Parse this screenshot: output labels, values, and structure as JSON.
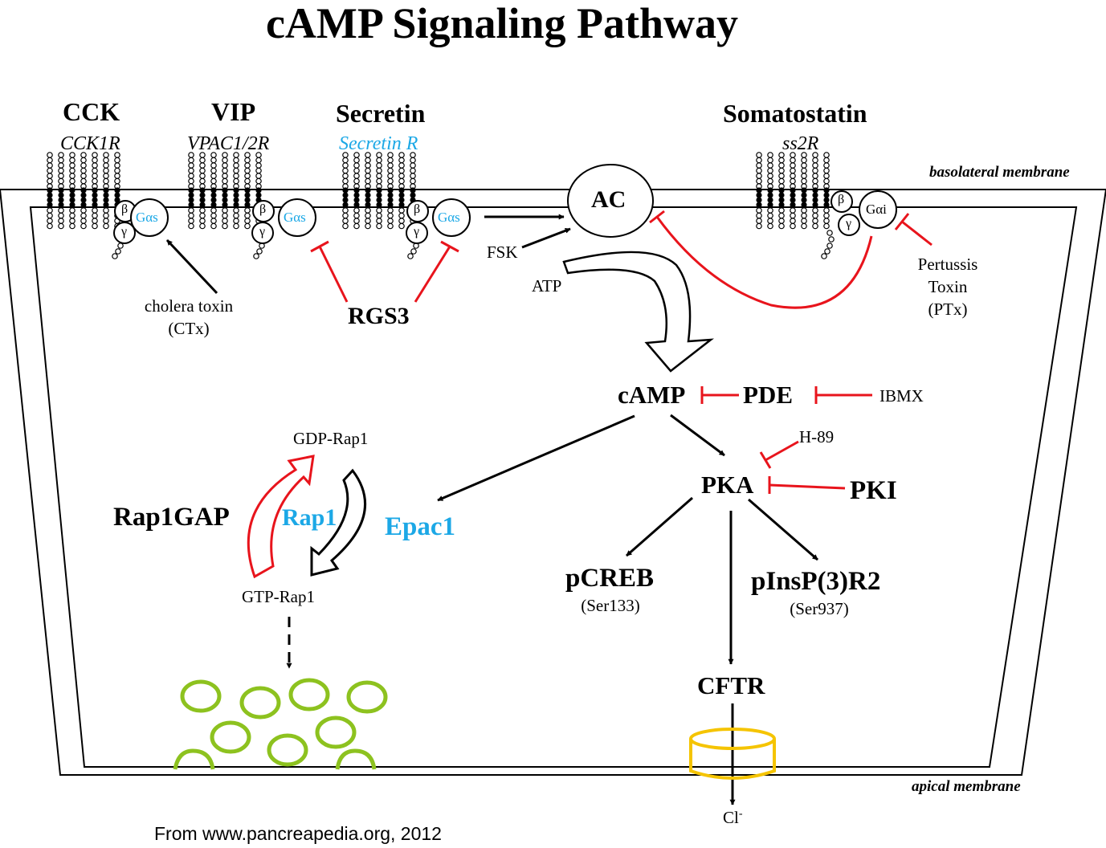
{
  "title": "cAMP Signaling Pathway",
  "colors": {
    "inhibit": "#e8141c",
    "blue_label": "#1ca8e6",
    "vesicle": "#8dc21f",
    "channel": "#f5c400"
  },
  "ligands": [
    {
      "name": "CCK",
      "receptor": "CCK1R"
    },
    {
      "name": "VIP",
      "receptor": "VPAC1/2R"
    },
    {
      "name": "Secretin",
      "receptor": "Secretin R"
    },
    {
      "name": "Somatostatin",
      "receptor": "ss2R"
    }
  ],
  "g_proteins": {
    "beta": "β",
    "gamma": "γ",
    "g_alpha_s": "Gαs",
    "g_alpha_i": "Gαi"
  },
  "membranes": {
    "basolateral": "basolateral membrane",
    "apical": "apical membrane"
  },
  "nodes": {
    "ac": "AC",
    "fsk": "FSK",
    "atp": "ATP",
    "cholera_toxin": "cholera toxin",
    "ctx": "(CTx)",
    "rgs3": "RGS3",
    "pertussis": "Pertussis",
    "toxin": "Toxin",
    "ptx": "(PTx)",
    "camp": "cAMP",
    "pde": "PDE",
    "ibmx": "IBMX",
    "h89": "H-89",
    "pka": "PKA",
    "pki": "PKI",
    "gdp_rap1": "GDP-Rap1",
    "gtp_rap1": "GTP-Rap1",
    "rap1gap": "Rap1GAP",
    "rap1": "Rap1",
    "epac1": "Epac1",
    "pcreb": "pCREB",
    "ser133": "(Ser133)",
    "pinsp3r2": "pInsP(3)R2",
    "ser937": "(Ser937)",
    "cftr": "CFTR",
    "cl": "Cl",
    "cl_charge": "-"
  },
  "credit": "From www.pancreapedia.org,  2012"
}
